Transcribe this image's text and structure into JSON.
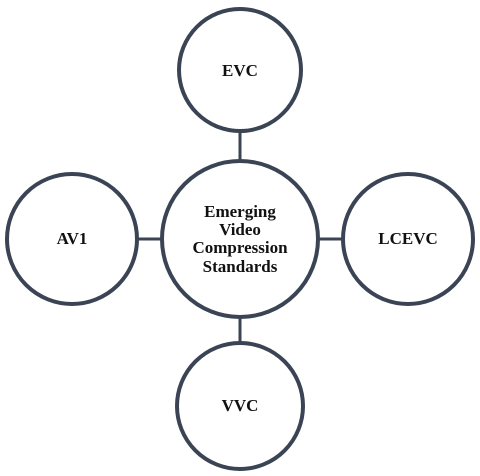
{
  "diagram": {
    "center": {
      "lines": [
        "Emerging",
        "Video",
        "Compression",
        "Standards"
      ]
    },
    "nodes": {
      "top": "EVC",
      "left": "AV1",
      "right": "LCEVC",
      "bottom": "VVC"
    },
    "colors": {
      "stroke": "#3b4454",
      "fill": "#ffffff",
      "text": "#111111"
    }
  }
}
